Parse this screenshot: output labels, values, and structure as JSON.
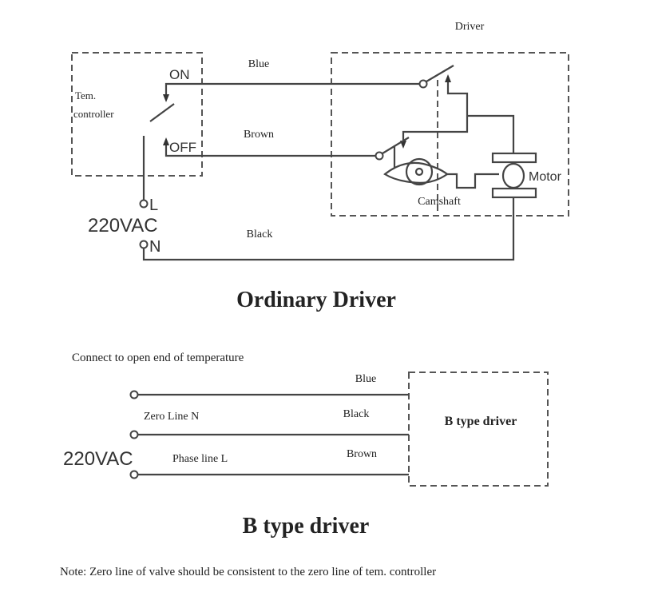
{
  "ordinary": {
    "title": "Ordinary Driver",
    "driver_label": "Driver",
    "controller_label_1": "Tem.",
    "controller_label_2": "controller",
    "on_label": "ON",
    "off_label": "OFF",
    "blue_label": "Blue",
    "brown_label": "Brown",
    "black_label": "Black",
    "l_label": "L",
    "n_label": "N",
    "voltage_label": "220VAC",
    "camshaft_label": "Camshaft",
    "motor_label": "Motor"
  },
  "btype": {
    "title": "B type driver",
    "connect_note": "Connect to open end of temperature",
    "blue_label": "Blue",
    "black_label": "Black",
    "brown_label": "Brown",
    "zero_line_label": "Zero Line N",
    "phase_line_label": "Phase line L",
    "voltage_label": "220VAC",
    "box_label": "B type driver"
  },
  "note": "Note: Zero line of valve should be consistent to the zero line of tem. controller"
}
